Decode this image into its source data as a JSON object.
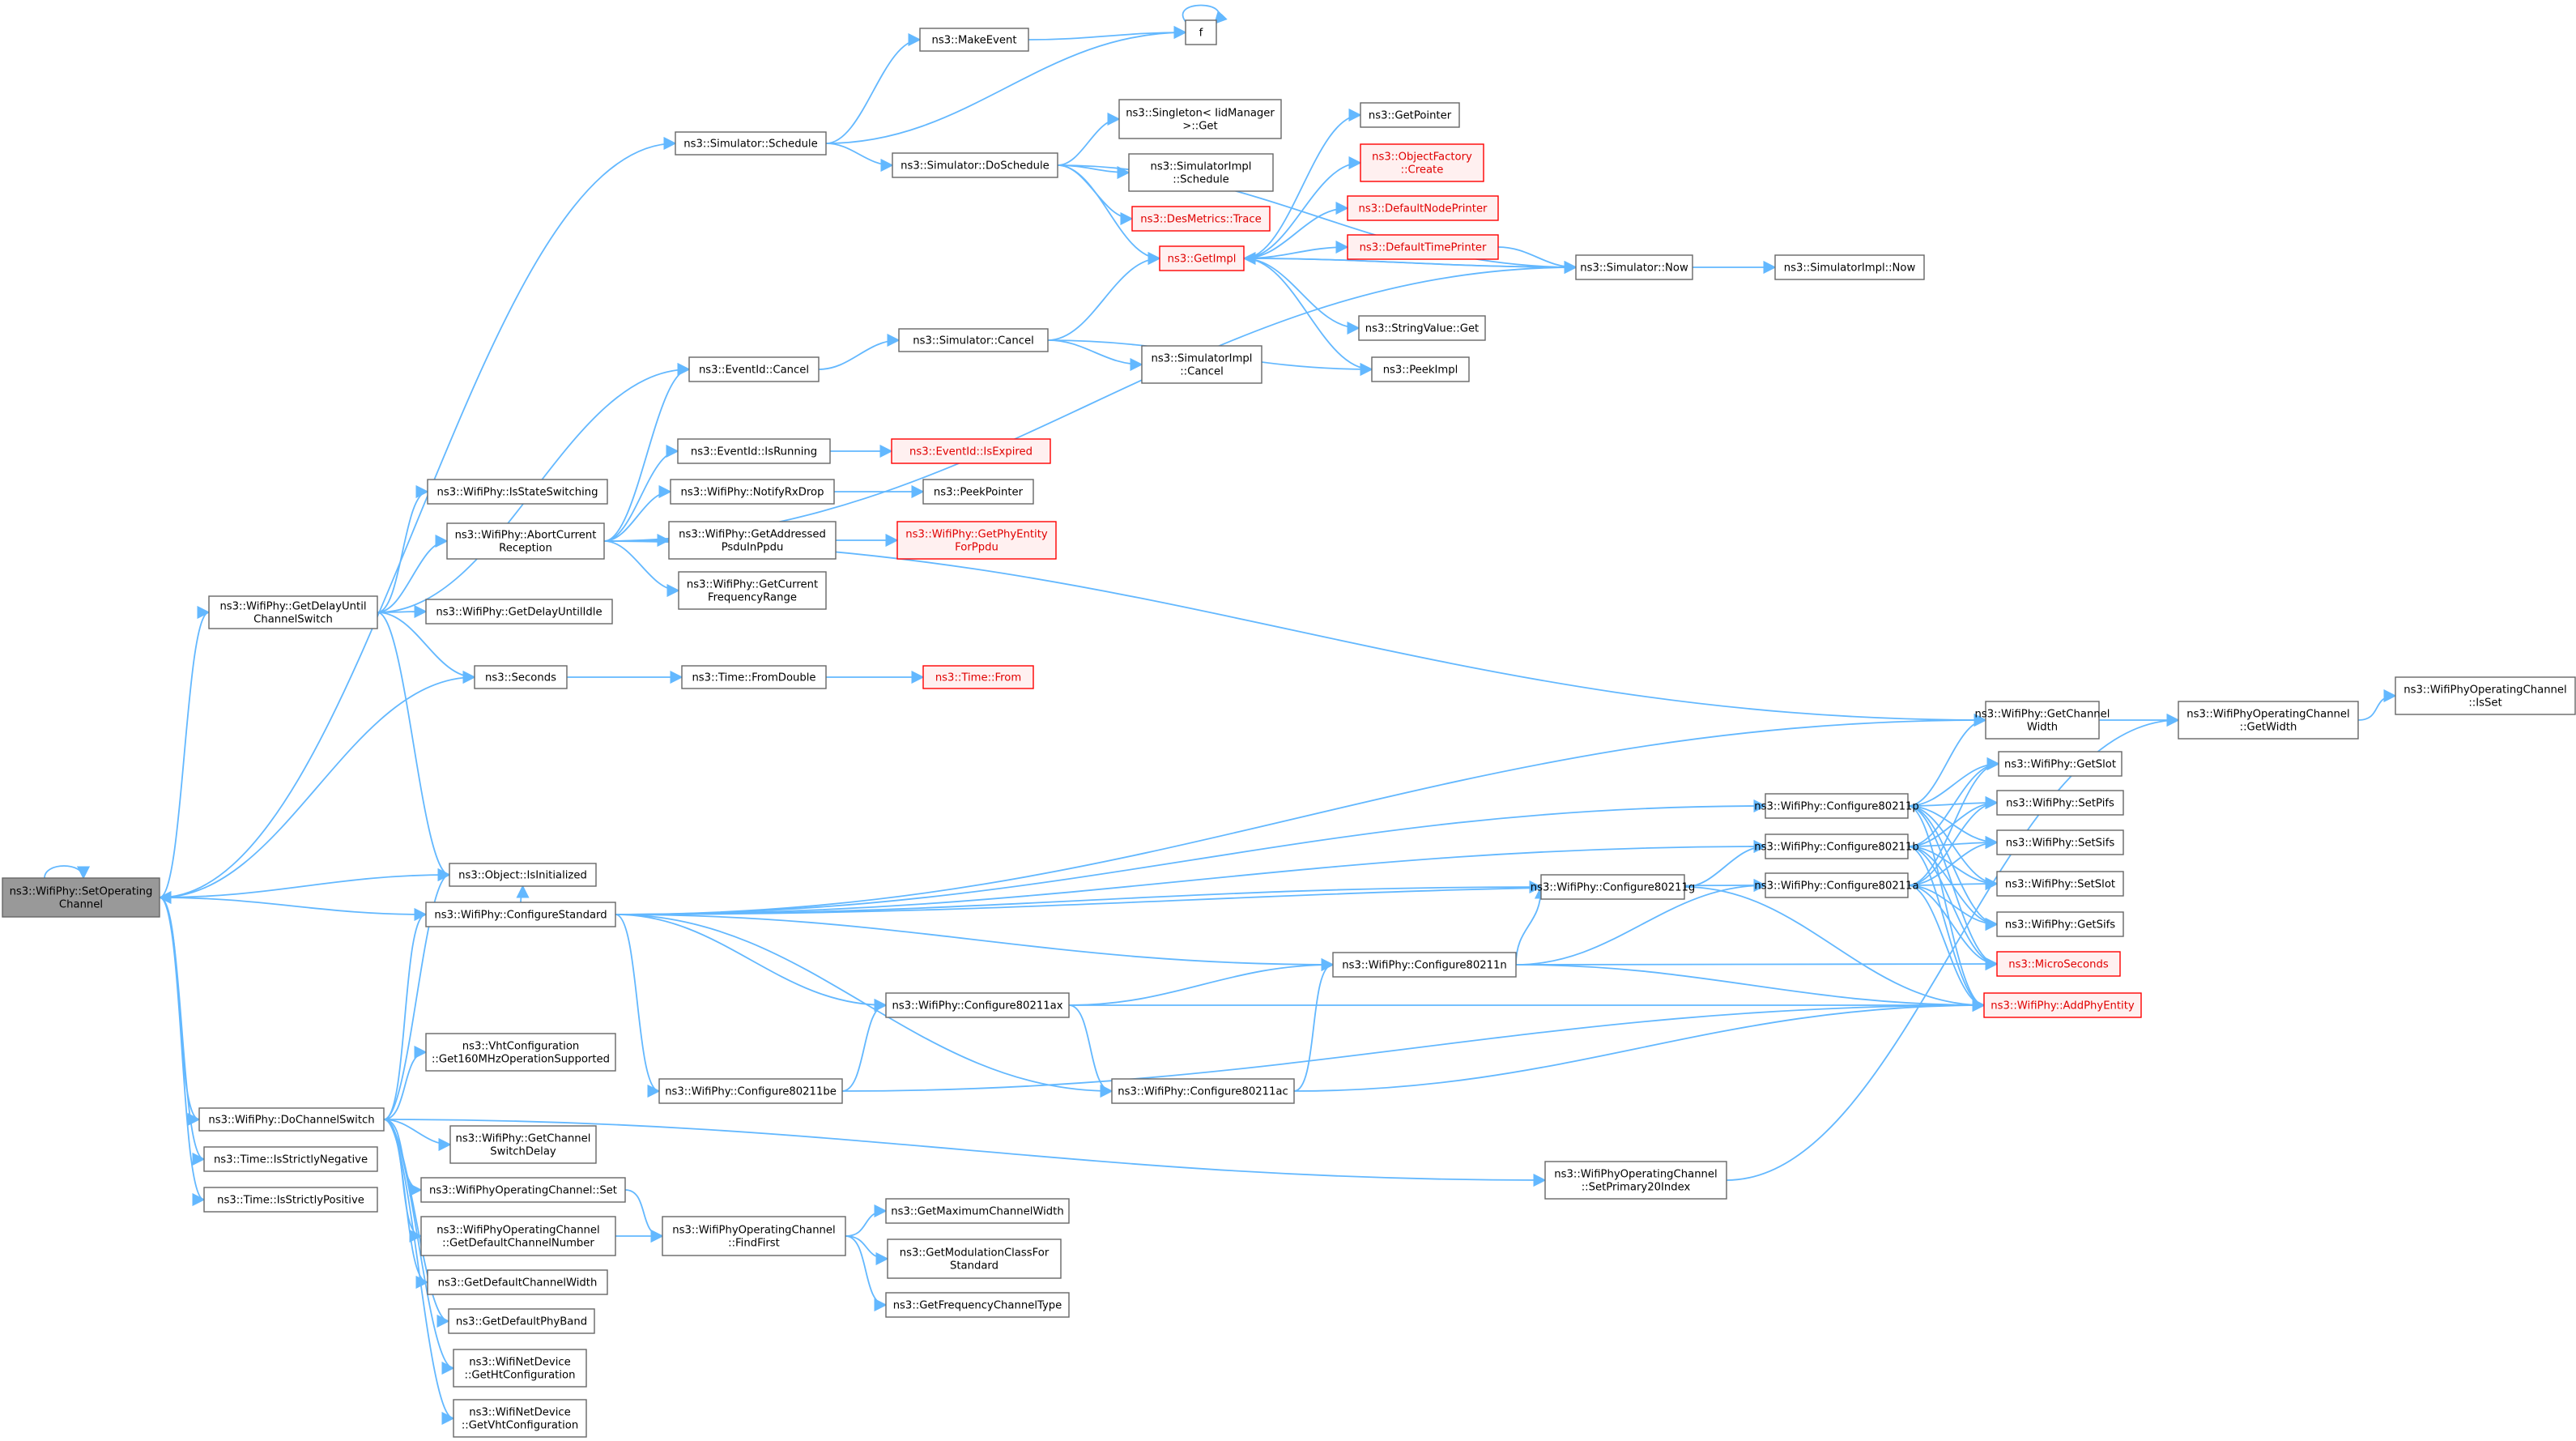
{
  "colors": {
    "edge": "#63b8ff",
    "node_border": "#666666",
    "root_fill": "#999999",
    "truncated_border": "#ff0000"
  },
  "nodes": [
    {
      "id": "setop",
      "lines": [
        "ns3::WifiPhy::SetOperating",
        "Channel"
      ],
      "kind": "root"
    },
    {
      "id": "schedule",
      "lines": [
        "ns3::Simulator::Schedule"
      ]
    },
    {
      "id": "makeevent",
      "lines": [
        "ns3::MakeEvent"
      ]
    },
    {
      "id": "f",
      "lines": [
        "f"
      ]
    },
    {
      "id": "doschedule",
      "lines": [
        "ns3::Simulator::DoSchedule"
      ]
    },
    {
      "id": "singleton",
      "lines": [
        "ns3::Singleton< IidManager",
        ">::Get"
      ]
    },
    {
      "id": "simimplsched",
      "lines": [
        "ns3::SimulatorImpl",
        "::Schedule"
      ]
    },
    {
      "id": "desmetrics",
      "lines": [
        "ns3::DesMetrics::Trace"
      ],
      "kind": "trunc"
    },
    {
      "id": "getimpl",
      "lines": [
        "ns3::GetImpl"
      ],
      "kind": "trunc"
    },
    {
      "id": "getpointer",
      "lines": [
        "ns3::GetPointer"
      ]
    },
    {
      "id": "objfactory",
      "lines": [
        "ns3::ObjectFactory",
        "::Create"
      ],
      "kind": "trunc"
    },
    {
      "id": "defnodeprinter",
      "lines": [
        "ns3::DefaultNodePrinter"
      ],
      "kind": "trunc"
    },
    {
      "id": "deftimeprinter",
      "lines": [
        "ns3::DefaultTimePrinter"
      ],
      "kind": "trunc"
    },
    {
      "id": "simnow",
      "lines": [
        "ns3::Simulator::Now"
      ]
    },
    {
      "id": "simimplnow",
      "lines": [
        "ns3::SimulatorImpl::Now"
      ]
    },
    {
      "id": "strvalget",
      "lines": [
        "ns3::StringValue::Get"
      ]
    },
    {
      "id": "peekimpl",
      "lines": [
        "ns3::PeekImpl"
      ]
    },
    {
      "id": "simcancel",
      "lines": [
        "ns3::Simulator::Cancel"
      ]
    },
    {
      "id": "simimplcancel",
      "lines": [
        "ns3::SimulatorImpl",
        "::Cancel"
      ]
    },
    {
      "id": "eventcancel",
      "lines": [
        "ns3::EventId::Cancel"
      ]
    },
    {
      "id": "eventisrunning",
      "lines": [
        "ns3::EventId::IsRunning"
      ]
    },
    {
      "id": "eventisexpired",
      "lines": [
        "ns3::EventId::IsExpired"
      ],
      "kind": "trunc"
    },
    {
      "id": "isstateswitching",
      "lines": [
        "ns3::WifiPhy::IsStateSwitching"
      ]
    },
    {
      "id": "notifyrxdrop",
      "lines": [
        "ns3::WifiPhy::NotifyRxDrop"
      ]
    },
    {
      "id": "peekpointer",
      "lines": [
        "ns3::PeekPointer"
      ]
    },
    {
      "id": "abortcurrent",
      "lines": [
        "ns3::WifiPhy::AbortCurrent",
        "Reception"
      ]
    },
    {
      "id": "getaddressed",
      "lines": [
        "ns3::WifiPhy::GetAddressed",
        "PsduInPpdu"
      ]
    },
    {
      "id": "getphyentity",
      "lines": [
        "ns3::WifiPhy::GetPhyEntity",
        "ForPpdu"
      ],
      "kind": "trunc"
    },
    {
      "id": "getcurrentfreq",
      "lines": [
        "ns3::WifiPhy::GetCurrent",
        "FrequencyRange"
      ]
    },
    {
      "id": "getdelayuntilcs",
      "lines": [
        "ns3::WifiPhy::GetDelayUntil",
        "ChannelSwitch"
      ]
    },
    {
      "id": "getdelayidle",
      "lines": [
        "ns3::WifiPhy::GetDelayUntilIdle"
      ]
    },
    {
      "id": "seconds",
      "lines": [
        "ns3::Seconds"
      ]
    },
    {
      "id": "fromdouble",
      "lines": [
        "ns3::Time::FromDouble"
      ]
    },
    {
      "id": "timefrom",
      "lines": [
        "ns3::Time::From"
      ],
      "kind": "trunc"
    },
    {
      "id": "opchisset",
      "lines": [
        "ns3::WifiPhyOperatingChannel",
        "::IsSet"
      ]
    },
    {
      "id": "getchwidth",
      "lines": [
        "ns3::WifiPhy::GetChannel",
        "Width"
      ]
    },
    {
      "id": "opchgetwidth",
      "lines": [
        "ns3::WifiPhyOperatingChannel",
        "::GetWidth"
      ]
    },
    {
      "id": "getslot",
      "lines": [
        "ns3::WifiPhy::GetSlot"
      ]
    },
    {
      "id": "c11p",
      "lines": [
        "ns3::WifiPhy::Configure80211p"
      ]
    },
    {
      "id": "setpifs",
      "lines": [
        "ns3::WifiPhy::SetPifs"
      ]
    },
    {
      "id": "c11b",
      "lines": [
        "ns3::WifiPhy::Configure80211b"
      ]
    },
    {
      "id": "setsifs",
      "lines": [
        "ns3::WifiPhy::SetSifs"
      ]
    },
    {
      "id": "isinit",
      "lines": [
        "ns3::Object::IsInitialized"
      ]
    },
    {
      "id": "c11a",
      "lines": [
        "ns3::WifiPhy::Configure80211a"
      ]
    },
    {
      "id": "c11g",
      "lines": [
        "ns3::WifiPhy::Configure80211g"
      ]
    },
    {
      "id": "setslot",
      "lines": [
        "ns3::WifiPhy::SetSlot"
      ]
    },
    {
      "id": "cfgstd",
      "lines": [
        "ns3::WifiPhy::ConfigureStandard"
      ]
    },
    {
      "id": "getsifs",
      "lines": [
        "ns3::WifiPhy::GetSifs"
      ]
    },
    {
      "id": "c11n",
      "lines": [
        "ns3::WifiPhy::Configure80211n"
      ]
    },
    {
      "id": "micro",
      "lines": [
        "ns3::MicroSeconds"
      ],
      "kind": "trunc"
    },
    {
      "id": "addphy",
      "lines": [
        "ns3::WifiPhy::AddPhyEntity"
      ],
      "kind": "trunc"
    },
    {
      "id": "c11ax",
      "lines": [
        "ns3::WifiPhy::Configure80211ax"
      ]
    },
    {
      "id": "vht160",
      "lines": [
        "ns3::VhtConfiguration",
        "::Get160MHzOperationSupported"
      ]
    },
    {
      "id": "c11be",
      "lines": [
        "ns3::WifiPhy::Configure80211be"
      ]
    },
    {
      "id": "c11ac",
      "lines": [
        "ns3::WifiPhy::Configure80211ac"
      ]
    },
    {
      "id": "dochsw",
      "lines": [
        "ns3::WifiPhy::DoChannelSwitch"
      ]
    },
    {
      "id": "getchswdelay",
      "lines": [
        "ns3::WifiPhy::GetChannel",
        "SwitchDelay"
      ]
    },
    {
      "id": "setprimary20",
      "lines": [
        "ns3::WifiPhyOperatingChannel",
        "::SetPrimary20Index"
      ]
    },
    {
      "id": "isstrictneg",
      "lines": [
        "ns3::Time::IsStrictlyNegative"
      ]
    },
    {
      "id": "opchset",
      "lines": [
        "ns3::WifiPhyOperatingChannel::Set"
      ]
    },
    {
      "id": "isstrictpos",
      "lines": [
        "ns3::Time::IsStrictlyPositive"
      ]
    },
    {
      "id": "getmaxchw",
      "lines": [
        "ns3::GetMaximumChannelWidth"
      ]
    },
    {
      "id": "opchgetdefch",
      "lines": [
        "ns3::WifiPhyOperatingChannel",
        "::GetDefaultChannelNumber"
      ]
    },
    {
      "id": "opchfindfirst",
      "lines": [
        "ns3::WifiPhyOperatingChannel",
        "::FindFirst"
      ]
    },
    {
      "id": "getmodclass",
      "lines": [
        "ns3::GetModulationClassFor",
        "Standard"
      ]
    },
    {
      "id": "getdefchw",
      "lines": [
        "ns3::GetDefaultChannelWidth"
      ]
    },
    {
      "id": "getfreqchtype",
      "lines": [
        "ns3::GetFrequencyChannelType"
      ]
    },
    {
      "id": "getdefphyband",
      "lines": [
        "ns3::GetDefaultPhyBand"
      ]
    },
    {
      "id": "gethtconf",
      "lines": [
        "ns3::WifiNetDevice",
        "::GetHtConfiguration"
      ]
    },
    {
      "id": "getvhtconf",
      "lines": [
        "ns3::WifiNetDevice",
        "::GetVhtConfiguration"
      ]
    }
  ],
  "edges": [
    [
      "setop",
      "setop"
    ],
    [
      "setop",
      "schedule"
    ],
    [
      "setop",
      "getdelayuntilcs"
    ],
    [
      "setop",
      "seconds"
    ],
    [
      "setop",
      "isinit"
    ],
    [
      "setop",
      "dochsw"
    ],
    [
      "setop",
      "isstrictneg"
    ],
    [
      "setop",
      "isstrictpos"
    ],
    [
      "schedule",
      "makeevent"
    ],
    [
      "schedule",
      "f"
    ],
    [
      "schedule",
      "doschedule"
    ],
    [
      "makeevent",
      "f"
    ],
    [
      "f",
      "f"
    ],
    [
      "doschedule",
      "singleton"
    ],
    [
      "doschedule",
      "simimplsched"
    ],
    [
      "doschedule",
      "desmetrics"
    ],
    [
      "doschedule",
      "getimpl"
    ],
    [
      "doschedule",
      "simnow"
    ],
    [
      "getimpl",
      "getpointer"
    ],
    [
      "getimpl",
      "objfactory"
    ],
    [
      "getimpl",
      "defnodeprinter"
    ],
    [
      "getimpl",
      "deftimeprinter"
    ],
    [
      "getimpl",
      "simnow"
    ],
    [
      "getimpl",
      "strvalget"
    ],
    [
      "getimpl",
      "peekimpl"
    ],
    [
      "deftimeprinter",
      "simnow"
    ],
    [
      "simnow",
      "getimpl"
    ],
    [
      "simnow",
      "simimplnow"
    ],
    [
      "simcancel",
      "getimpl"
    ],
    [
      "simcancel",
      "simimplcancel"
    ],
    [
      "simcancel",
      "peekimpl"
    ],
    [
      "eventcancel",
      "simcancel"
    ],
    [
      "eventisrunning",
      "eventisexpired"
    ],
    [
      "notifyrxdrop",
      "peekpointer"
    ],
    [
      "getaddressed",
      "getphyentity"
    ],
    [
      "abortcurrent",
      "eventcancel"
    ],
    [
      "abortcurrent",
      "eventisrunning"
    ],
    [
      "abortcurrent",
      "simnow"
    ],
    [
      "abortcurrent",
      "notifyrxdrop"
    ],
    [
      "abortcurrent",
      "getaddressed"
    ],
    [
      "abortcurrent",
      "getcurrentfreq"
    ],
    [
      "abortcurrent",
      "getchwidth"
    ],
    [
      "getdelayuntilcs",
      "eventcancel"
    ],
    [
      "getdelayuntilcs",
      "isstateswitching"
    ],
    [
      "getdelayuntilcs",
      "abortcurrent"
    ],
    [
      "getdelayuntilcs",
      "getdelayidle"
    ],
    [
      "getdelayuntilcs",
      "seconds"
    ],
    [
      "getdelayuntilcs",
      "isinit"
    ],
    [
      "seconds",
      "fromdouble"
    ],
    [
      "fromdouble",
      "timefrom"
    ],
    [
      "getchwidth",
      "opchgetwidth"
    ],
    [
      "opchgetwidth",
      "opchisset"
    ],
    [
      "cfgstd",
      "setop"
    ],
    [
      "cfgstd",
      "isinit"
    ],
    [
      "cfgstd",
      "getchwidth"
    ],
    [
      "cfgstd",
      "c11p"
    ],
    [
      "cfgstd",
      "c11b"
    ],
    [
      "cfgstd",
      "c11a"
    ],
    [
      "cfgstd",
      "c11g"
    ],
    [
      "cfgstd",
      "c11n"
    ],
    [
      "cfgstd",
      "c11ax"
    ],
    [
      "cfgstd",
      "c11be"
    ],
    [
      "cfgstd",
      "c11ac"
    ],
    [
      "c11p",
      "getchwidth"
    ],
    [
      "c11p",
      "getslot"
    ],
    [
      "c11p",
      "setpifs"
    ],
    [
      "c11p",
      "setsifs"
    ],
    [
      "c11p",
      "setslot"
    ],
    [
      "c11p",
      "getsifs"
    ],
    [
      "c11p",
      "micro"
    ],
    [
      "c11p",
      "addphy"
    ],
    [
      "c11b",
      "getslot"
    ],
    [
      "c11b",
      "setpifs"
    ],
    [
      "c11b",
      "setsifs"
    ],
    [
      "c11b",
      "setslot"
    ],
    [
      "c11b",
      "getsifs"
    ],
    [
      "c11b",
      "micro"
    ],
    [
      "c11b",
      "addphy"
    ],
    [
      "c11a",
      "getslot"
    ],
    [
      "c11a",
      "setpifs"
    ],
    [
      "c11a",
      "setsifs"
    ],
    [
      "c11a",
      "setslot"
    ],
    [
      "c11a",
      "getsifs"
    ],
    [
      "c11a",
      "micro"
    ],
    [
      "c11a",
      "addphy"
    ],
    [
      "c11g",
      "c11b"
    ],
    [
      "c11g",
      "addphy"
    ],
    [
      "c11n",
      "c11g"
    ],
    [
      "c11n",
      "c11a"
    ],
    [
      "c11n",
      "micro"
    ],
    [
      "c11n",
      "addphy"
    ],
    [
      "c11ax",
      "c11n"
    ],
    [
      "c11ax",
      "c11ac"
    ],
    [
      "c11ax",
      "addphy"
    ],
    [
      "c11be",
      "c11ax"
    ],
    [
      "c11be",
      "addphy"
    ],
    [
      "c11ac",
      "c11n"
    ],
    [
      "c11ac",
      "addphy"
    ],
    [
      "dochsw",
      "isinit"
    ],
    [
      "dochsw",
      "cfgstd"
    ],
    [
      "dochsw",
      "vht160"
    ],
    [
      "dochsw",
      "getchswdelay"
    ],
    [
      "dochsw",
      "setprimary20"
    ],
    [
      "dochsw",
      "opchset"
    ],
    [
      "dochsw",
      "opchgetdefch"
    ],
    [
      "dochsw",
      "getdefchw"
    ],
    [
      "dochsw",
      "getdefphyband"
    ],
    [
      "dochsw",
      "gethtconf"
    ],
    [
      "dochsw",
      "getvhtconf"
    ],
    [
      "setprimary20",
      "opchgetwidth"
    ],
    [
      "opchset",
      "opchfindfirst"
    ],
    [
      "opchgetdefch",
      "opchfindfirst"
    ],
    [
      "opchfindfirst",
      "getmaxchw"
    ],
    [
      "opchfindfirst",
      "getmodclass"
    ],
    [
      "opchfindfirst",
      "getfreqchtype"
    ]
  ]
}
